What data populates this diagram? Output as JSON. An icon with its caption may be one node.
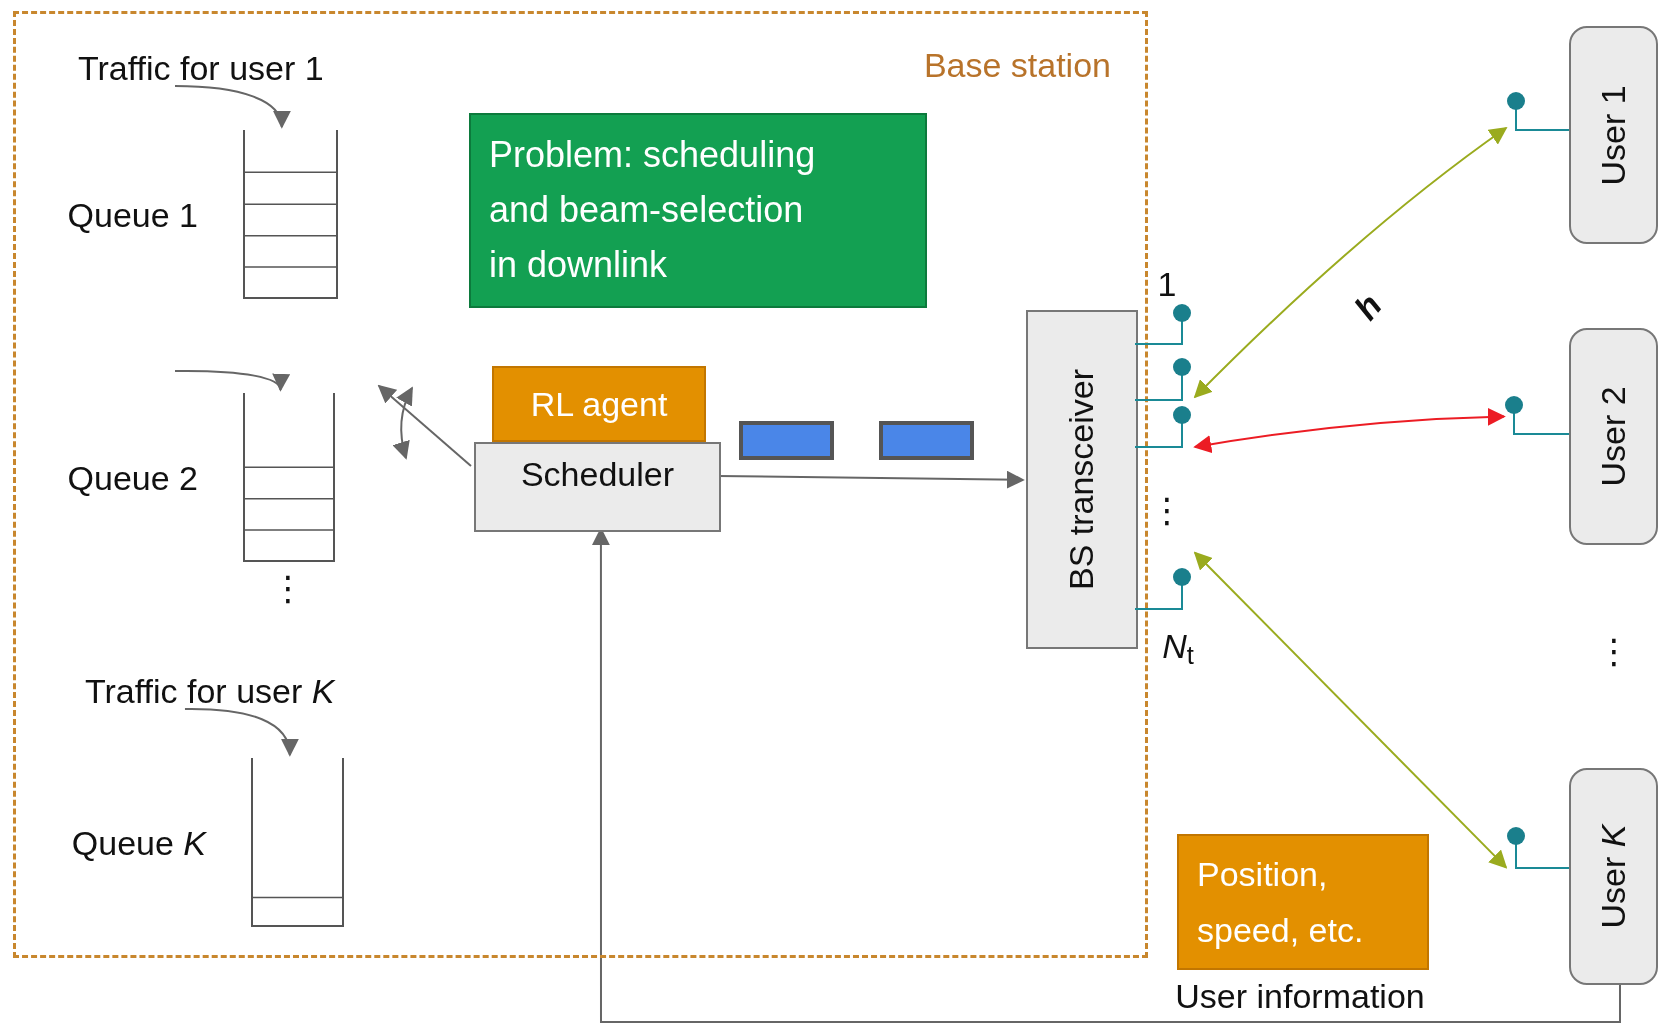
{
  "diagram": {
    "nodes": [
      {
        "text": [
          "Base station"
        ]
      },
      {
        "text": [
          "Traffic for user 1"
        ],
        "in": 0
      },
      {
        "text": [],
        "shape": "box",
        "beside": [
          "Queue 1"
        ],
        "in": 0
      },
      {
        "text": [],
        "shape": "box",
        "beside": [
          "Queue 2"
        ],
        "in": 0
      },
      {
        "text": [
          "Traffic for user *K*"
        ],
        "in": 0
      },
      {
        "text": [],
        "shape": "box",
        "beside": [
          "Queue *K*"
        ],
        "in": 0
      },
      {
        "text": [
          "Problem: scheduling and beam-selection in downlink"
        ],
        "in": 0
      },
      {
        "text": [
          "Scheduler"
        ],
        "in": 0
      },
      {
        "text": [
          "RL agent"
        ],
        "in": 0
      },
      {
        "text": [],
        "shape": "box",
        "in": 0
      },
      {
        "text": [],
        "shape": "box",
        "in": 0
      },
      {
        "text": [
          "BS transceiver"
        ],
        "in": 0
      },
      {
        "text": [],
        "shape": "picture"
      },
      {
        "text": [
          "User 1"
        ]
      },
      {
        "text": [
          "User 2"
        ]
      },
      {
        "text": [
          "User *K*"
        ]
      },
      {
        "text": [],
        "shape": "picture"
      },
      {
        "text": [],
        "shape": "picture"
      },
      {
        "text": [],
        "shape": "picture"
      },
      {
        "text": [
          "Position, speed, etc."
        ]
      }
    ],
    "edges": [
      {
        "from": 1,
        "to": 2,
        "arrow": "to"
      },
      {
        "from": null,
        "to": 3,
        "arrow": "to"
      },
      {
        "from": 4,
        "to": 5,
        "arrow": "to"
      },
      {
        "from": 7,
        "to": null,
        "arrow": "to"
      },
      {
        "from": 7,
        "to": 11,
        "arrow": "to"
      },
      {
        "from": 15,
        "to": 7,
        "arrow": "to",
        "label": "User information"
      },
      {
        "from": 12,
        "to": 16,
        "arrow": "both",
        "color": "#9aab1e"
      },
      {
        "from": 12,
        "to": 17,
        "arrow": "both",
        "color": "#ec1c24"
      },
      {
        "from": 12,
        "to": 18,
        "arrow": "both",
        "color": "#9aab1e"
      }
    ],
    "labels": [
      "⋮",
      "1",
      "⋮",
      "*N*$_{t}$",
      "⋮",
      "h"
    ]
  }
}
